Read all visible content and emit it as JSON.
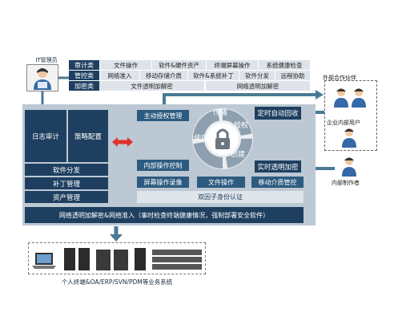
{
  "admin": {
    "label": "IT管理员"
  },
  "policy_table": {
    "rows": [
      {
        "category": "审计类",
        "items": [
          "文件操作",
          "软件&硬件资产",
          "终端屏幕操作",
          "系统健康检查"
        ]
      },
      {
        "category": "管控类",
        "items": [
          "网络准入",
          "移动存储介质",
          "软件&系统补丁",
          "软件分发",
          "远程协助"
        ]
      },
      {
        "category": "加密类",
        "items": [
          "文件透明加解密",
          "网络透明加解密"
        ]
      }
    ]
  },
  "left_modules": {
    "log_audit": "日志审计",
    "policy_config": "策略配置",
    "software_dist": "软件分发",
    "patch_mgmt": "补丁管理",
    "asset_mgmt": "资产管理"
  },
  "center_modules": {
    "active_auth": "主动授权管理",
    "internal_op_control": "内部操作控制",
    "screen_record": "屏幕操作录像",
    "two_factor": "双因子身份认证"
  },
  "right_modules": {
    "timed_recall": "定时自动回收",
    "realtime_encrypt": "实时透明加密",
    "file_ops": "文件操作",
    "mobile_media": "移动介质管控"
  },
  "cycle": {
    "segments": [
      "传播",
      "授权",
      "创建",
      "使用"
    ]
  },
  "bottom_bar": "网络透明加解密&网络准入（事时检查终端健康情况，强制部署安全软件）",
  "partners": {
    "external": "外部合作伙伴",
    "enterprise_internal": "企业内部用户",
    "internal_creator": "内部制作者"
  },
  "systems_caption": "个人终端&OA/ERP/SVN/PDM等业务系统",
  "colors": {
    "dark": "#1e3f60",
    "mid": "#2d5b80",
    "panel": "#bcc8d3",
    "arrow": "#4a7a94",
    "red": "#e0312c"
  }
}
